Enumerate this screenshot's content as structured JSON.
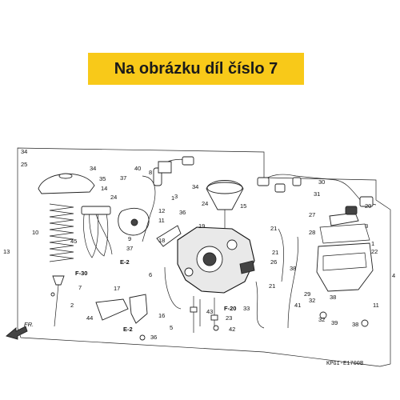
{
  "banner": {
    "title": "Na obrázku díl číslo 7"
  },
  "diagram": {
    "code": "KPGI-E1700B",
    "fr_label": "FR.",
    "refs": [
      "F-30",
      "E-2",
      "E-2",
      "F-20"
    ],
    "labels": [
      "1",
      "2",
      "3",
      "4",
      "5",
      "6",
      "7",
      "8",
      "9",
      "10",
      "11",
      "12",
      "13",
      "14",
      "15",
      "16",
      "17",
      "18",
      "19",
      "20",
      "21",
      "22",
      "23",
      "24",
      "25",
      "26",
      "27",
      "28",
      "29",
      "30",
      "31",
      "32",
      "33",
      "34",
      "35",
      "36",
      "37",
      "38",
      "39",
      "40",
      "41",
      "42",
      "43",
      "44",
      "45"
    ]
  }
}
